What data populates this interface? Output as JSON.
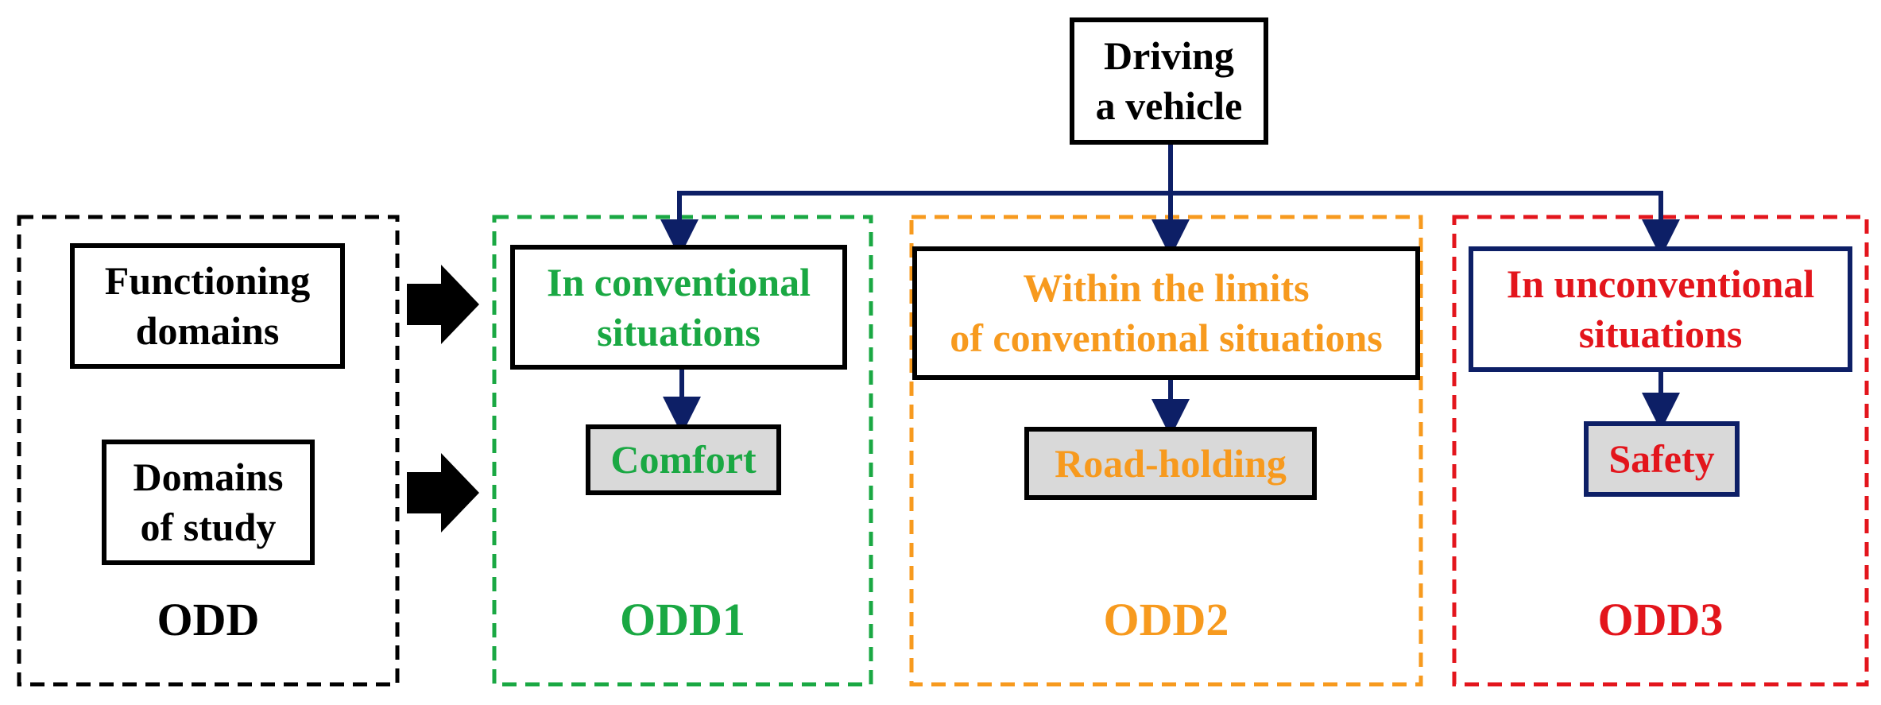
{
  "colors": {
    "green": "#1aa843",
    "orange": "#f79a1e",
    "red": "#e3151c",
    "navy": "#0d1f66",
    "black": "#000000",
    "grey_fill": "#d9d9d9"
  },
  "root": {
    "label": "Driving\na vehicle"
  },
  "legend": {
    "functioning": "Functioning\ndomains",
    "study": "Domains\nof study",
    "label": "ODD"
  },
  "odd1": {
    "situation": "In conventional\nsituations",
    "domain": "Comfort",
    "label": "ODD1"
  },
  "odd2": {
    "situation": "Within the limits\nof conventional situations",
    "domain": "Road-holding",
    "label": "ODD2"
  },
  "odd3": {
    "situation": "In unconventional\nsituations",
    "domain": "Safety",
    "label": "ODD3"
  }
}
